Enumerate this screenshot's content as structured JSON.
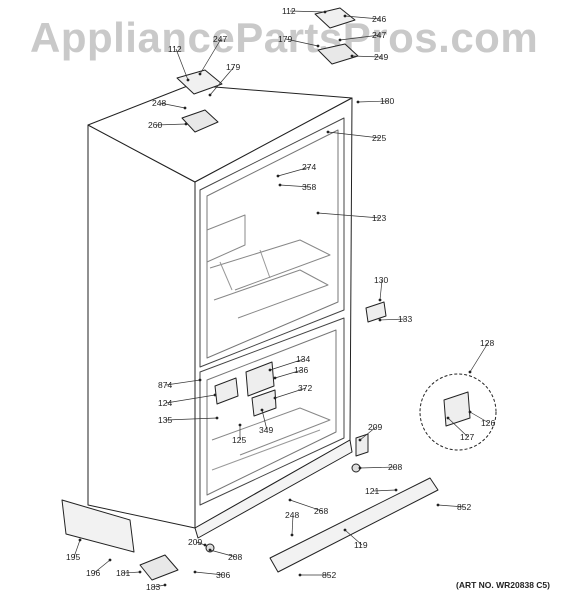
{
  "watermark": "AppliancePartsPros.com",
  "art_number": "(ART NO. WR20838 C5)",
  "callouts": [
    {
      "id": "c112a",
      "text": "112"
    },
    {
      "id": "c246",
      "text": "246"
    },
    {
      "id": "c179a",
      "text": "179"
    },
    {
      "id": "c247a",
      "text": "247"
    },
    {
      "id": "c249",
      "text": "249"
    },
    {
      "id": "c112b",
      "text": "112"
    },
    {
      "id": "c247b",
      "text": "247"
    },
    {
      "id": "c179b",
      "text": "179"
    },
    {
      "id": "c248a",
      "text": "248"
    },
    {
      "id": "c260",
      "text": "260"
    },
    {
      "id": "c180",
      "text": "180"
    },
    {
      "id": "c225",
      "text": "225"
    },
    {
      "id": "c274",
      "text": "274"
    },
    {
      "id": "c358",
      "text": "358"
    },
    {
      "id": "c123",
      "text": "123"
    },
    {
      "id": "c130",
      "text": "130"
    },
    {
      "id": "c133",
      "text": "133"
    },
    {
      "id": "c128",
      "text": "128"
    },
    {
      "id": "c134",
      "text": "134"
    },
    {
      "id": "c136",
      "text": "136"
    },
    {
      "id": "c874",
      "text": "874"
    },
    {
      "id": "c372",
      "text": "372"
    },
    {
      "id": "c124",
      "text": "124"
    },
    {
      "id": "c135",
      "text": "135"
    },
    {
      "id": "c349",
      "text": "349"
    },
    {
      "id": "c125",
      "text": "125"
    },
    {
      "id": "c126",
      "text": "126"
    },
    {
      "id": "c127",
      "text": "127"
    },
    {
      "id": "c209a",
      "text": "209"
    },
    {
      "id": "c208a",
      "text": "208"
    },
    {
      "id": "c121",
      "text": "121"
    },
    {
      "id": "c852a",
      "text": "852"
    },
    {
      "id": "c268",
      "text": "268"
    },
    {
      "id": "c248b",
      "text": "248"
    },
    {
      "id": "c119",
      "text": "119"
    },
    {
      "id": "c195",
      "text": "195"
    },
    {
      "id": "c209b",
      "text": "209"
    },
    {
      "id": "c208b",
      "text": "208"
    },
    {
      "id": "c196",
      "text": "196"
    },
    {
      "id": "c181",
      "text": "181"
    },
    {
      "id": "c306",
      "text": "306"
    },
    {
      "id": "c183",
      "text": "183"
    },
    {
      "id": "c852b",
      "text": "852"
    }
  ]
}
